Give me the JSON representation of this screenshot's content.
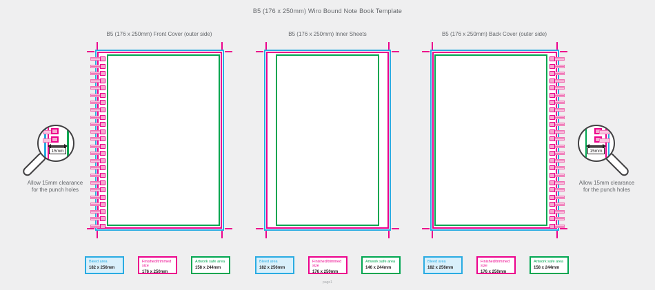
{
  "page": {
    "title": "B5 (176 x 250mm) Wiro Bound Note Book Template",
    "footer": "page1"
  },
  "colors": {
    "bleed": "#29ABE2",
    "bleed_legend_fill": "#D9F0FB",
    "trim": "#EC008C",
    "safe": "#00A651",
    "punch_hole_fill": "#F6A8CE",
    "punch_wire_fill": "#F9C4E0",
    "text_gray": "#63666A",
    "background": "#EFEFF0"
  },
  "panels": [
    {
      "title": "B5 (176 x 250mm) Front Cover (outer side)",
      "binding_side": "left",
      "legend": [
        {
          "label": "Bleed area",
          "size": "182 x 256mm"
        },
        {
          "label": "Finished/trimmed size",
          "size": "176 x 250mm"
        },
        {
          "label": "Artwork safe area",
          "size": "158 x 244mm"
        }
      ]
    },
    {
      "title": "B5 (176 x 250mm) Inner Sheets",
      "binding_side": "none",
      "legend": [
        {
          "label": "Bleed area",
          "size": "182 x 256mm"
        },
        {
          "label": "Finished/trimmed size",
          "size": "176 x 250mm"
        },
        {
          "label": "Artwork safe area",
          "size": "146 x 244mm"
        }
      ]
    },
    {
      "title": "B5 (176 x 250mm) Back Cover (outer side)",
      "binding_side": "right",
      "legend": [
        {
          "label": "Bleed area",
          "size": "182 x 256mm"
        },
        {
          "label": "Finished/trimmed size",
          "size": "176 x 250mm"
        },
        {
          "label": "Artwork safe area",
          "size": "158 x 244mm"
        }
      ]
    }
  ],
  "callouts": {
    "left": {
      "measurement": "15mm",
      "caption": [
        "Allow 15mm clearance",
        "for the punch holes"
      ]
    },
    "right": {
      "measurement": "15mm",
      "caption": [
        "Allow 15mm clearance",
        "for the punch holes"
      ]
    }
  },
  "punch_holes": {
    "count_per_side": 24
  }
}
